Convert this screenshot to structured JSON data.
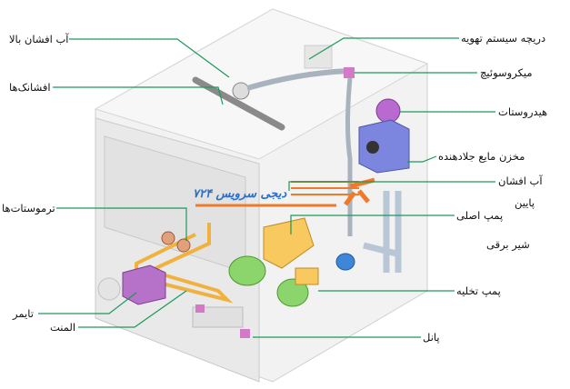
{
  "title": "Dishwasher components diagram",
  "watermark": "دیجی سرویس ۷۲۴",
  "labels": {
    "upper_spray": "آب افشان بالا",
    "nozzles": "افشانک‌ها",
    "vent": "دریچه سیستم تهویه",
    "microswitch": "میکروسوئیچ",
    "hydrostat": "هیدروستات",
    "rinse_aid": "مخزن مایع جلادهنده",
    "lower_spray_1": "آب افشان",
    "lower_spray_2": "پایین",
    "main_pump": "پمپ اصلی",
    "solenoid": "شیر برقی",
    "drain_pump": "پمپ تخلیه",
    "panel": "پانل",
    "thermostats": "ترموستات‌ها",
    "timer": "تایمر",
    "element": "المنت"
  },
  "colors": {
    "leader": "#1a9a5a",
    "watermark": "#2c6fc7",
    "spray": "#f07a2a"
  }
}
